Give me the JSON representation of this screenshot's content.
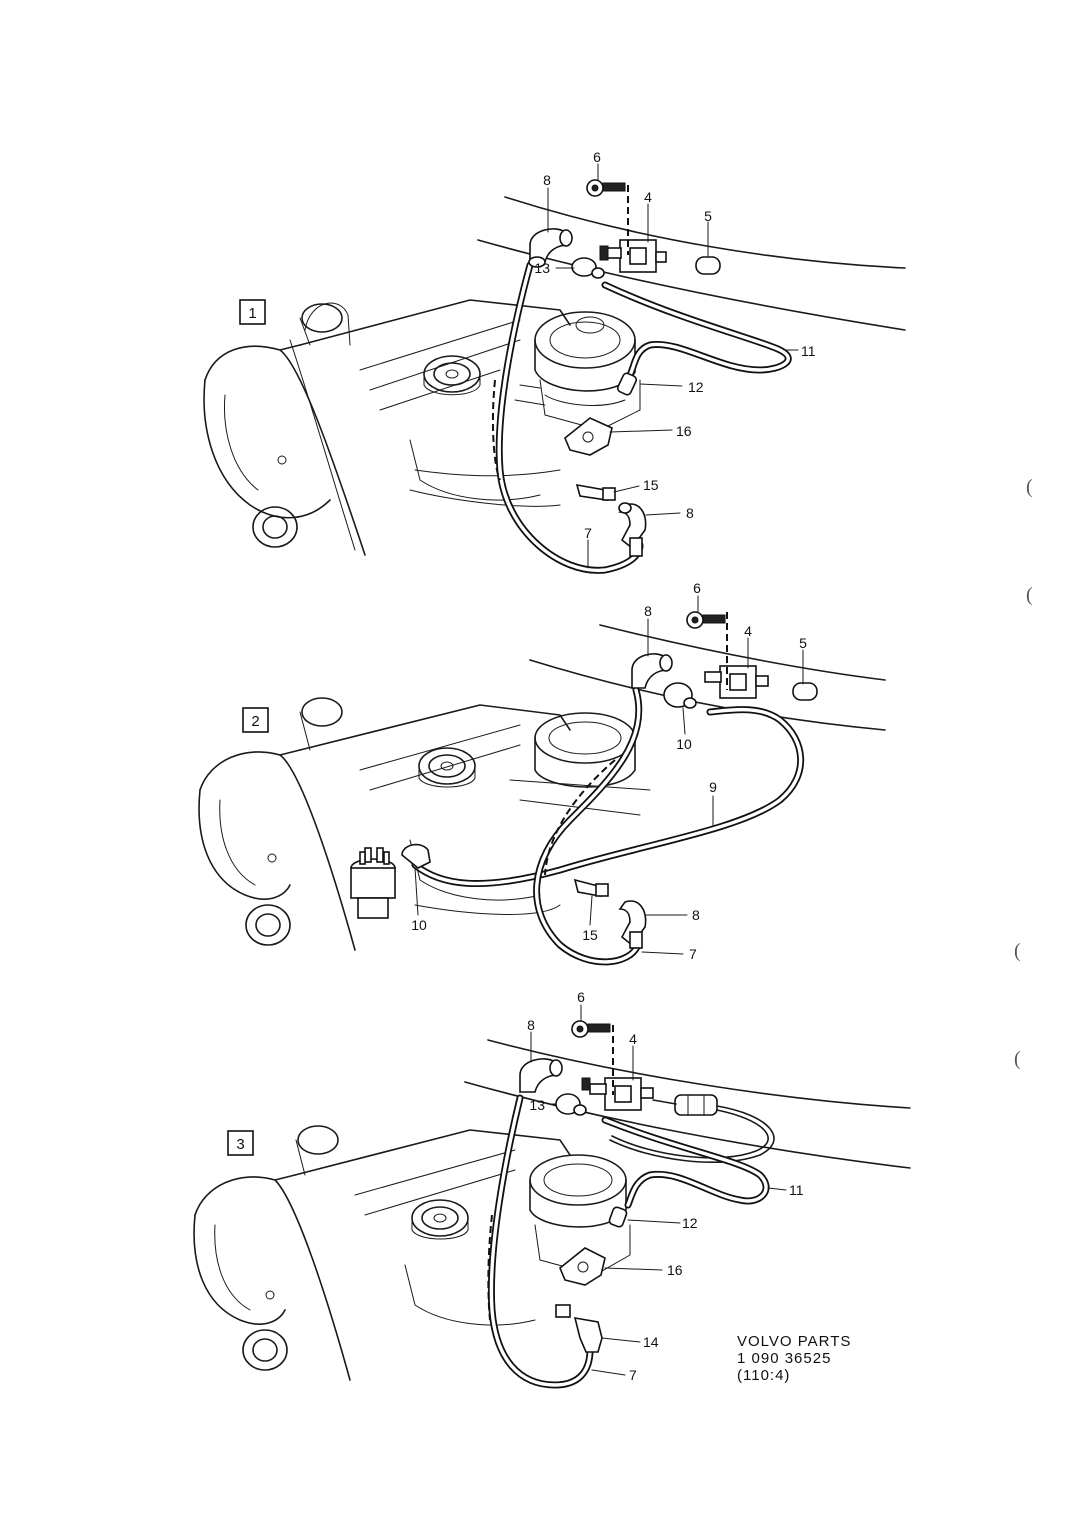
{
  "panels": [
    {
      "id": "1",
      "callouts": [
        "8",
        "6",
        "4",
        "5",
        "13",
        "11",
        "12",
        "16",
        "15",
        "8",
        "7"
      ]
    },
    {
      "id": "2",
      "callouts": [
        "6",
        "8",
        "4",
        "5",
        "10",
        "9",
        "10",
        "8",
        "15",
        "7"
      ]
    },
    {
      "id": "3",
      "callouts": [
        "6",
        "8",
        "4",
        "13",
        "11",
        "12",
        "16",
        "14",
        "7"
      ]
    }
  ],
  "caption": {
    "line1": "VOLVO PARTS",
    "line2": "1 090 36525",
    "line3": "(110:4)"
  },
  "margin_marks": [
    "(",
    "(",
    "(",
    "("
  ]
}
